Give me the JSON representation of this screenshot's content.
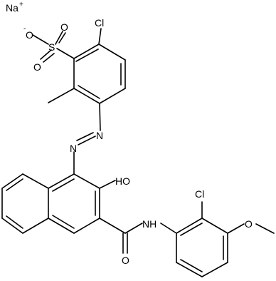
{
  "molecule": {
    "labels": {
      "sodium": "Na",
      "sodium_charge": "+",
      "oxygen_anion": "O",
      "anion_charge": "-",
      "sulfonyl_s": "S",
      "sulfonyl_o_top": "O",
      "sulfonyl_o_bottom": "O",
      "chloro_top": "Cl",
      "azo_n1": "N",
      "azo_n2": "N",
      "hydroxyl": "HO",
      "amide_nh": "NH",
      "carbonyl_o": "O",
      "chloro_aryl": "Cl",
      "methoxy_o": "O"
    }
  }
}
